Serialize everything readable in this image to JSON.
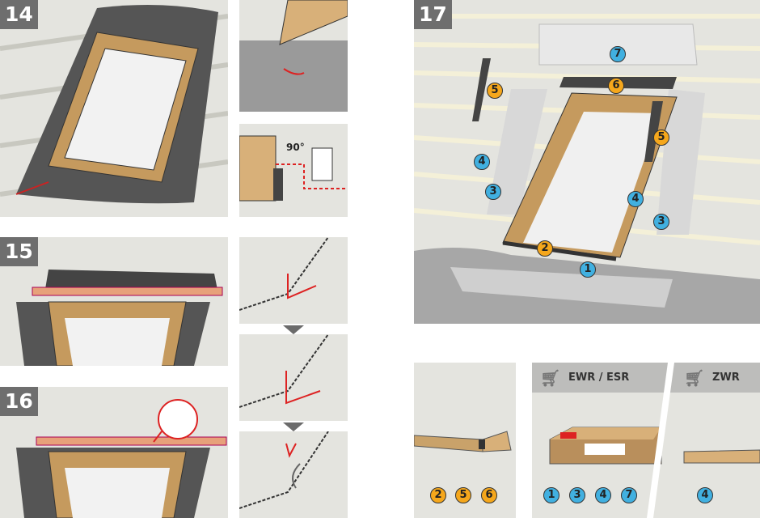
{
  "steps": [
    {
      "number": "14"
    },
    {
      "number": "15"
    },
    {
      "number": "16"
    },
    {
      "number": "17"
    }
  ],
  "detail": {
    "angle_label": "90°"
  },
  "step17_badges": [
    {
      "n": "7",
      "color": "#41b0e0"
    },
    {
      "n": "6",
      "color": "#f5a71c"
    },
    {
      "n": "5",
      "color": "#f5a71c"
    },
    {
      "n": "5",
      "color": "#f5a71c"
    },
    {
      "n": "4",
      "color": "#41b0e0"
    },
    {
      "n": "3",
      "color": "#41b0e0"
    },
    {
      "n": "4",
      "color": "#41b0e0"
    },
    {
      "n": "3",
      "color": "#41b0e0"
    },
    {
      "n": "2",
      "color": "#f5a71c"
    },
    {
      "n": "1",
      "color": "#41b0e0"
    }
  ],
  "parts": {
    "included": {
      "badges": [
        "2",
        "5",
        "6"
      ]
    },
    "ewr": {
      "label": "EWR / ESR",
      "badges": [
        "1",
        "3",
        "4",
        "7"
      ]
    },
    "zwr": {
      "label": "ZWR",
      "badges": [
        "4"
      ]
    }
  },
  "colors": {
    "orange": "#f5a71c",
    "blue": "#41b0e0",
    "panel": "#e4e4df",
    "step_bg": "#6e6e6e"
  }
}
